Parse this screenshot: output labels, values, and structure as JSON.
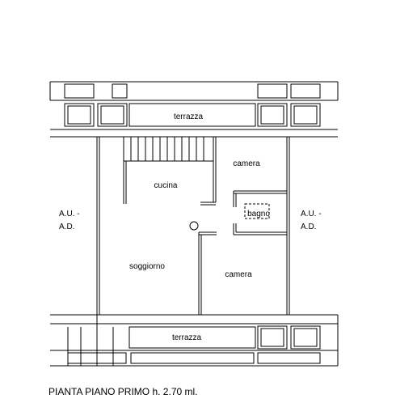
{
  "rooms": {
    "terrace_top": "terrazza",
    "terrace_bottom": "terrazza",
    "kitchen": "cucina",
    "bedroom_top": "camera",
    "bathroom": "bagno",
    "living": "soggiorno",
    "bedroom_bottom": "camera",
    "left_unit_line1": "A.U. -",
    "left_unit_line2": "A.D.",
    "right_unit_line1": "A.U. -",
    "right_unit_line2": "A.D."
  },
  "caption": "PIANTA PIANO PRIMO h. 2.70 ml."
}
